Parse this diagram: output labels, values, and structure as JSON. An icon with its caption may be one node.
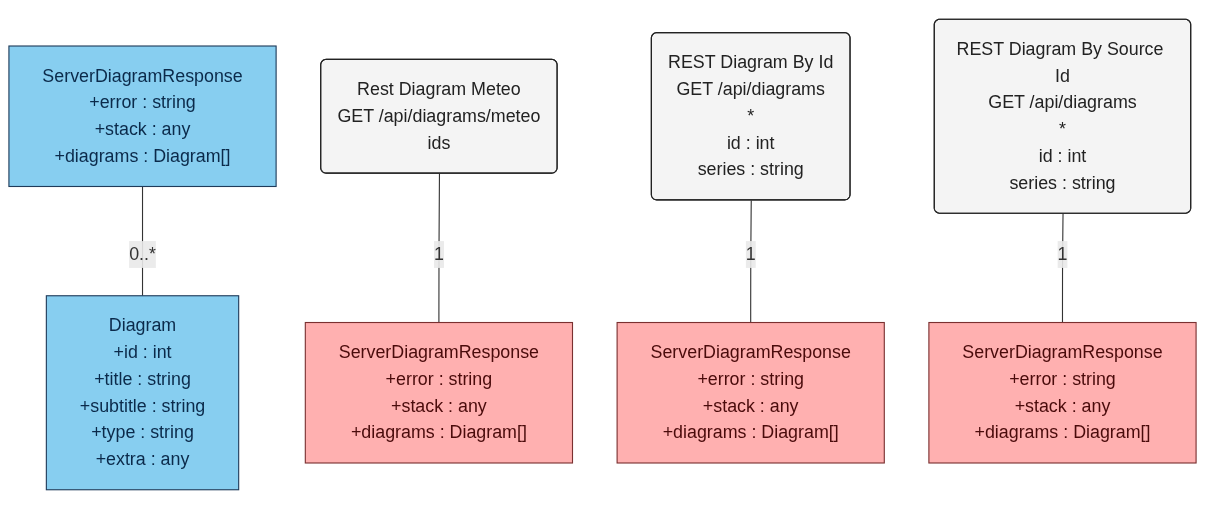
{
  "diagram": {
    "nodes": [
      {
        "text": [
          "ServerDiagramResponse",
          "+error : string",
          "+stack : any",
          "+diagrams : Diagram[]"
        ]
      },
      {
        "text": [
          "Diagram",
          "+id : int",
          "+title : string",
          "+subtitle : string",
          "+type : string",
          "+extra : any"
        ]
      },
      {
        "text": [
          "Rest Diagram Meteo",
          "GET /api/diagrams/meteo",
          "ids"
        ]
      },
      {
        "text": [
          "ServerDiagramResponse",
          "+error : string",
          "+stack : any",
          "+diagrams : Diagram[]"
        ]
      },
      {
        "text": [
          "REST Diagram By Id",
          "GET /api/diagrams",
          "*",
          "id : int",
          "series : string"
        ]
      },
      {
        "text": [
          "ServerDiagramResponse",
          "+error : string",
          "+stack : any",
          "+diagrams : Diagram[]"
        ]
      },
      {
        "text": [
          "REST Diagram By Source Id",
          "GET /api/diagrams",
          "*",
          "id : int",
          "series : string"
        ]
      },
      {
        "text": [
          "ServerDiagramResponse",
          "+error : string",
          "+stack : any",
          "+diagrams : Diagram[]"
        ]
      }
    ],
    "edges": [
      {
        "from": 0,
        "to": 1,
        "arrow": "none",
        "label": "0..*"
      },
      {
        "from": 2,
        "to": 3,
        "arrow": "none",
        "label": "1"
      },
      {
        "from": 4,
        "to": 5,
        "arrow": "none",
        "label": "1"
      },
      {
        "from": 6,
        "to": 7,
        "arrow": "none",
        "label": "1"
      }
    ]
  }
}
